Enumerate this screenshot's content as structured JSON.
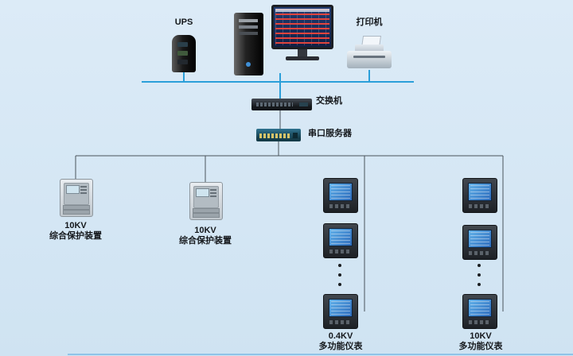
{
  "colors": {
    "background_top": "#dcebf7",
    "background_bottom": "#cfe3f2",
    "bus_line": "#2b9fd9",
    "branch_line": "#4a545c"
  },
  "nodes": {
    "ups_label": "UPS",
    "printer_label": "打印机",
    "switch_label": "交换机",
    "serial_server_label": "串口服务器"
  },
  "devices": {
    "protection_units": [
      {
        "voltage": "10KV",
        "name": "综合保护装置"
      },
      {
        "voltage": "10KV",
        "name": "综合保护装置"
      }
    ],
    "meter_columns": [
      {
        "voltage": "0.4KV",
        "name": "多功能仪表",
        "visible_meters": 3
      },
      {
        "voltage": "10KV",
        "name": "多功能仪表",
        "visible_meters": 3
      }
    ]
  }
}
